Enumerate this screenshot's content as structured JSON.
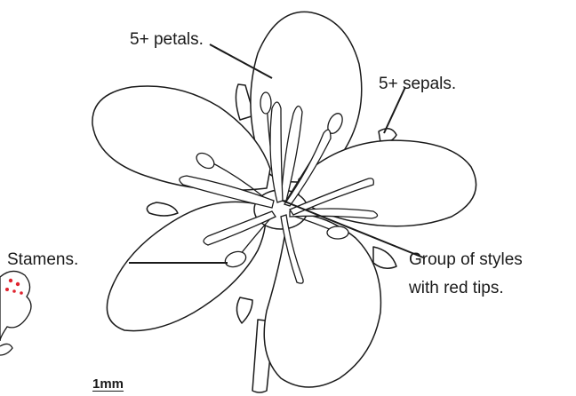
{
  "labels": {
    "petals": "5+ petals.",
    "sepals": "5+ sepals.",
    "stamens": "Stamens.",
    "styles_line1": "Group of styles",
    "styles_line2": "with red tips."
  },
  "scale_bar": "1mm",
  "colors": {
    "outline": "#1a1a1a",
    "fill": "#ffffff",
    "red_tip": "#e0232e"
  }
}
